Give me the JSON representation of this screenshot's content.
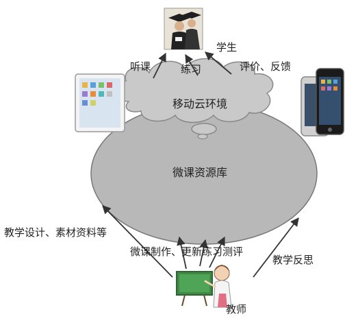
{
  "nodes": {
    "students_label": "学生",
    "cloud_label": "移动云环境",
    "database_label": "微课资源库",
    "teacher_label": "教师"
  },
  "flows": {
    "listen": "听课",
    "practice": "练习",
    "evaluate": "评价、反馈",
    "design": "教学设计、素材资料等",
    "produce": "微课制作、更新练习测评",
    "reflect": "教学反思"
  },
  "colors": {
    "database_fill": "#b8b8b8",
    "cloud_fill": "#c9c9c9",
    "arrow": "#333333"
  }
}
